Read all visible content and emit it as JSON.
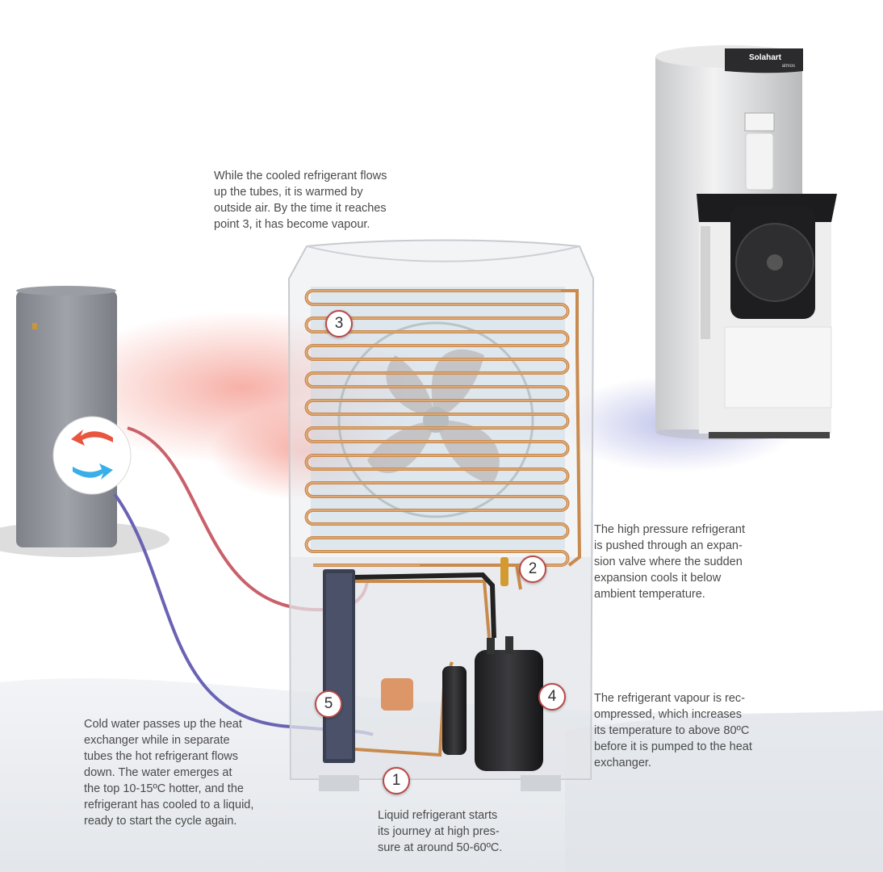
{
  "brand": {
    "logo_text": "Solahart",
    "model_text": "atmos"
  },
  "captions": {
    "top": "While the cooled refrigerant flows\nup the tubes, it is warmed by\noutside air. By the time it reaches\npoint 3, it has become vapour.",
    "step2": "The high pressure refrigerant\nis pushed through an expan-\nsion valve where the sudden\nexpansion cools it below\nambient temperature.",
    "step4": "The refrigerant vapour is rec-\nompressed, which increases\nits temperature to above 80ºC\nbefore it is pumped to the heat\nexchanger.",
    "step5": "Cold water passes up the heat\nexchanger while in separate\ntubes the hot refrigerant flows\ndown. The water emerges at\nthe top 10-15ºC hotter, and the\nrefrigerant has cooled to a liquid,\nready to start the cycle again.",
    "step1": "Liquid refrigerant starts\nits journey at high pres-\nsure at around 50-60ºC."
  },
  "badges": {
    "b1": "1",
    "b2": "2",
    "b3": "3",
    "b4": "4",
    "b5": "5"
  },
  "colors": {
    "copper": "#c98a4e",
    "hot_pipe": "#c9606a",
    "cold_pipe": "#6a63b4",
    "hot_arrow": "#e8553f",
    "cold_arrow": "#3aaee8",
    "badge_ring": "#b84a48"
  }
}
